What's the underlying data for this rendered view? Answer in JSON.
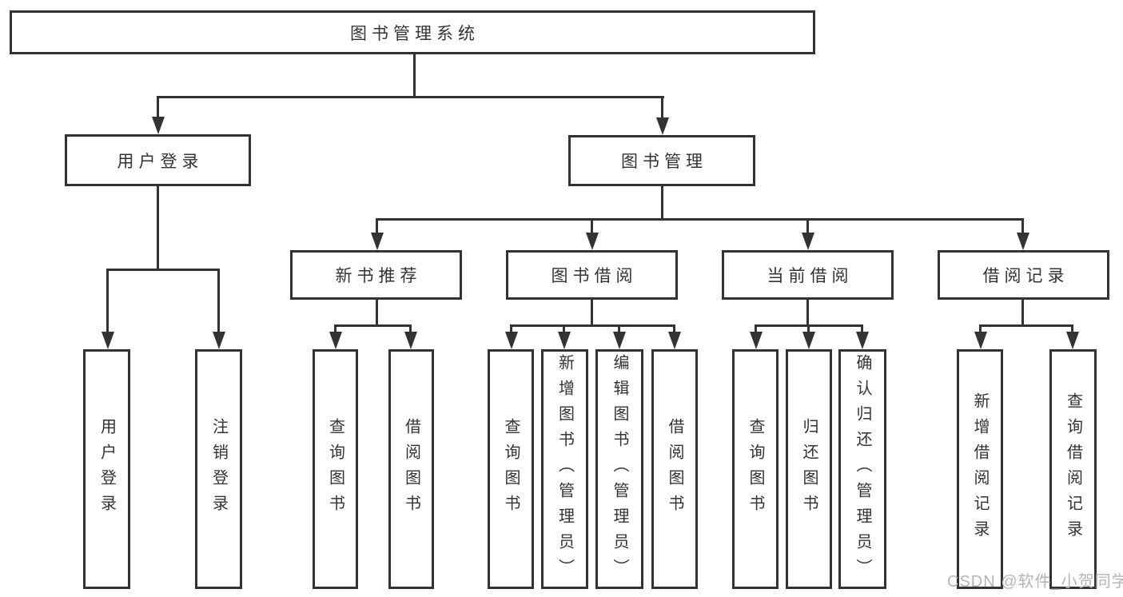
{
  "watermark": {
    "text": "CSDN @软件_小贺同学",
    "color": "#b5b5b5"
  },
  "colors": {
    "line": "#333333",
    "box_border": "#333333",
    "text": "#333333",
    "background": "#ffffff"
  },
  "tree": {
    "root": {
      "label": "图书管理系统",
      "children": [
        {
          "label": "用户登录",
          "children": [
            {
              "label": "用户登录"
            },
            {
              "label": "注销登录"
            }
          ]
        },
        {
          "label": "图书管理",
          "children": [
            {
              "label": "新书推荐",
              "children": [
                {
                  "label": "查询图书"
                },
                {
                  "label": "借阅图书"
                }
              ]
            },
            {
              "label": "图书借阅",
              "children": [
                {
                  "label": "查询图书"
                },
                {
                  "label": "新增图书（管理员）"
                },
                {
                  "label": "编辑图书（管理员）"
                },
                {
                  "label": "借阅图书"
                }
              ]
            },
            {
              "label": "当前借阅",
              "children": [
                {
                  "label": "查询图书"
                },
                {
                  "label": "归还图书"
                },
                {
                  "label": "确认归还（管理员）"
                }
              ]
            },
            {
              "label": "借阅记录",
              "children": [
                {
                  "label": "新增借阅记录"
                },
                {
                  "label": "查询借阅记录"
                }
              ]
            }
          ]
        }
      ]
    }
  }
}
